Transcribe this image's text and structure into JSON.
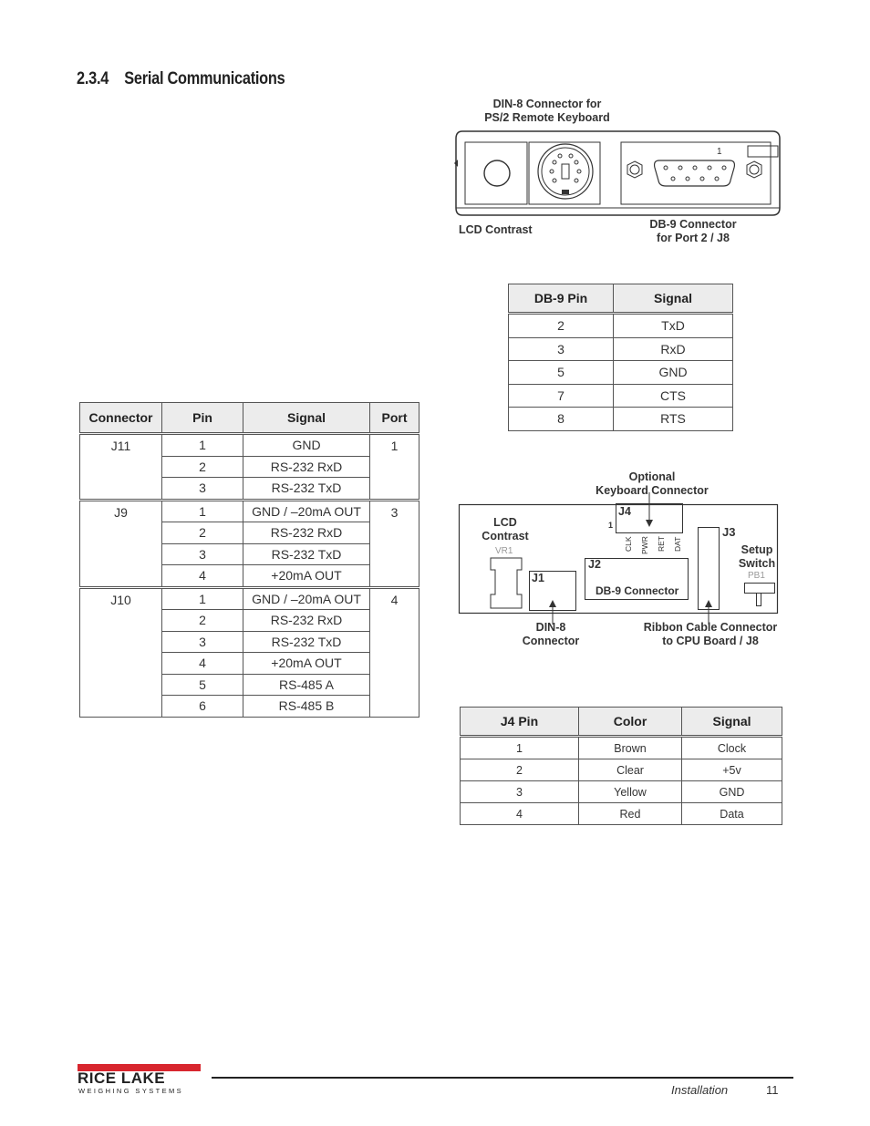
{
  "section": {
    "number": "2.3.4",
    "title": "Serial Communications"
  },
  "top_diagram": {
    "din8_label": [
      "DIN-8 Connector for",
      "PS/2 Remote Keyboard"
    ],
    "pin1_label": "1",
    "lcd_label": "LCD Contrast",
    "db9_label": [
      "DB-9 Connector",
      "for Port 2 / J8"
    ]
  },
  "db9_table": {
    "headers": [
      "DB-9 Pin",
      "Signal"
    ],
    "rows": [
      [
        "2",
        "TxD"
      ],
      [
        "3",
        "RxD"
      ],
      [
        "5",
        "GND"
      ],
      [
        "7",
        "CTS"
      ],
      [
        "8",
        "RTS"
      ]
    ]
  },
  "connector_table": {
    "headers": [
      "Connector",
      "Pin",
      "Signal",
      "Port"
    ],
    "groups": [
      {
        "connector": "J11",
        "port": "1",
        "rows": [
          [
            "1",
            "GND"
          ],
          [
            "2",
            "RS-232 RxD"
          ],
          [
            "3",
            "RS-232 TxD"
          ]
        ]
      },
      {
        "connector": "J9",
        "port": "3",
        "rows": [
          [
            "1",
            "GND / –20mA OUT"
          ],
          [
            "2",
            "RS-232 RxD"
          ],
          [
            "3",
            "RS-232 TxD"
          ],
          [
            "4",
            "+20mA OUT"
          ]
        ]
      },
      {
        "connector": "J10",
        "port": "4",
        "rows": [
          [
            "1",
            "GND / –20mA OUT"
          ],
          [
            "2",
            "RS-232 RxD"
          ],
          [
            "3",
            "RS-232 TxD"
          ],
          [
            "4",
            "+20mA OUT"
          ],
          [
            "5",
            "RS-485 A"
          ],
          [
            "6",
            "RS-485 B"
          ]
        ]
      }
    ]
  },
  "board_diagram": {
    "optional_label": [
      "Optional",
      "Keyboard Connector"
    ],
    "lcd_label": [
      "LCD",
      "Contrast"
    ],
    "vr1": "VR1",
    "j4": "J4",
    "pin1": "1",
    "j4_pins": [
      "CLK",
      "PWR",
      "RET",
      "DAT"
    ],
    "j3": "J3",
    "setup_label": [
      "Setup",
      "Switch"
    ],
    "pb1": "PB1",
    "j2": "J2",
    "db9_connector": "DB-9 Connector",
    "j1": "J1",
    "din8_label": [
      "DIN-8",
      "Connector"
    ],
    "ribbon_label": [
      "Ribbon Cable Connector",
      "to CPU Board / J8"
    ]
  },
  "j4_table": {
    "headers": [
      "J4 Pin",
      "Color",
      "Signal"
    ],
    "rows": [
      [
        "1",
        "Brown",
        "Clock"
      ],
      [
        "2",
        "Clear",
        "+5v"
      ],
      [
        "3",
        "Yellow",
        "GND"
      ],
      [
        "4",
        "Red",
        "Data"
      ]
    ]
  },
  "footer": {
    "logo_top": "RICE LAKE",
    "logo_bottom": "WEIGHING SYSTEMS",
    "section_name": "Installation",
    "page_number": "11",
    "brand_color": "#d8262e"
  }
}
